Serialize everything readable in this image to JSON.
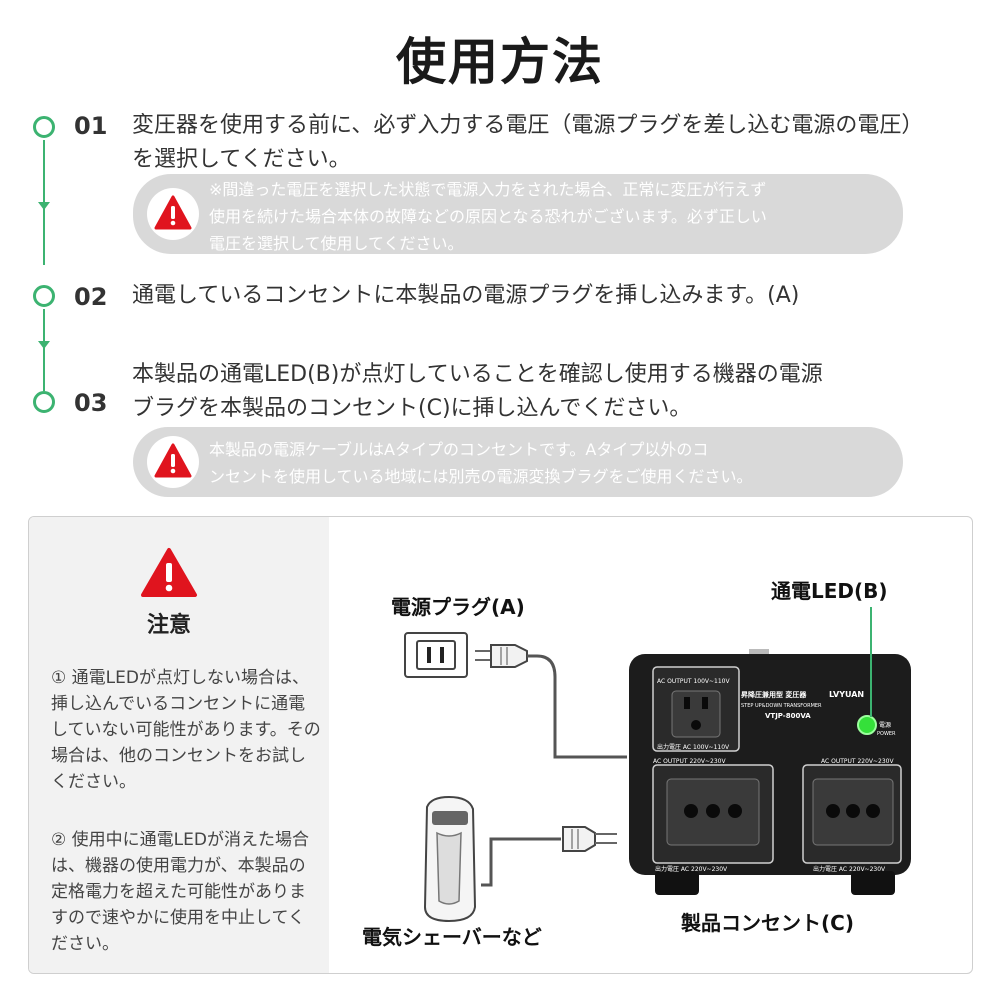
{
  "title": "使用方法",
  "steps": [
    {
      "num": "01",
      "lines": [
        "変圧器を使用する前に、必ず入力する電圧（電源プラグを差し込む電源の電圧）",
        "を選択してください。"
      ]
    },
    {
      "num": "02",
      "lines": [
        "通電しているコンセントに本製品の電源プラグを挿し込みます。(A)"
      ]
    },
    {
      "num": "03",
      "lines": [
        "本製品の通電LED(B)が点灯していることを確認し使用する機器の電源",
        "ブラグを本製品のコンセント(C)に挿し込んでください。"
      ]
    }
  ],
  "warnings": [
    {
      "lines": [
        "※間違った電圧を選択した状態で電源入力をされた場合、正常に変圧が行えず",
        "使用を続けた場合本体の故障などの原因となる恐れがございます。必ず正しい",
        "電圧を選択して使用してください。"
      ]
    },
    {
      "lines": [
        "本製品の電源ケーブルはAタイプのコンセントです。Aタイプ以外のコ",
        "ンセントを使用している地域には別売の電源変換ブラグをご使用ください。"
      ]
    }
  ],
  "caution": {
    "title": "注意",
    "note1": "① 通電LEDが点灯しない場合は、挿し込んでいるコンセントに通電していない可能性があります。その場合は、他のコンセントをお試しください。",
    "note2": "② 使用中に通電LEDが消えた場合は、機器の使用電力が、本製品の定格電力を超えた可能性がありますので速やかに使用を中止してください。"
  },
  "diagram": {
    "label_plug": "電源プラグ(A)",
    "label_led": "通電LED(B)",
    "label_outlet": "製品コンセント(C)",
    "label_shaver": "電気シェーバーなど",
    "device": {
      "top_left_label": "AC OUTPUT 100V~110V",
      "brand": "LVYUAN",
      "name_jp": "昇降圧兼用型 変圧器",
      "name_en": "STEP UP&DOWN TRANSFORMER",
      "model": "VTJP-800VA",
      "power_jp": "電源",
      "power_en": "POWER",
      "out_100_label": "出力電圧 AC 100V~110V",
      "out_220_top_left": "AC OUTPUT 220V~230V",
      "out_220_top_right": "AC OUTPUT 220V~230V",
      "out_220_bottom_left": "出力電圧 AC 220V~230V",
      "out_220_bottom_right": "出力電圧 AC 220V~230V"
    }
  },
  "colors": {
    "accent_green": "#3cb371",
    "warning_red": "#e0141e",
    "warning_bg": "#d9d9d9",
    "device_body": "#1c1c1c",
    "led_green": "#35e03a"
  }
}
